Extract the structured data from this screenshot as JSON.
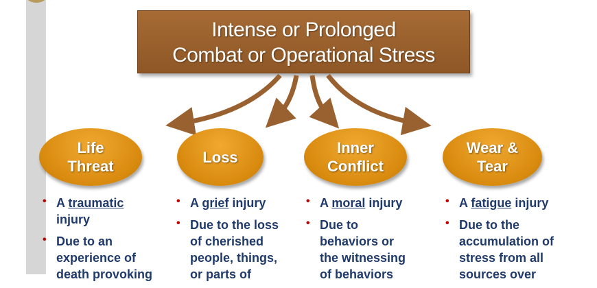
{
  "header": {
    "line1": "Intense or Prolonged",
    "line2": "Combat or Operational Stress"
  },
  "columns": [
    {
      "title1": "Life",
      "title2": "Threat",
      "b1_pre": "A ",
      "b1_key": "traumatic",
      "b1_post": " injury",
      "b2": "Due to an experience of death provoking"
    },
    {
      "title1": "Loss",
      "title2": "",
      "b1_pre": "A ",
      "b1_key": "grief",
      "b1_post": " injury",
      "b2": "Due to the loss of cherished people, things, or parts of"
    },
    {
      "title1": "Inner",
      "title2": "Conflict",
      "b1_pre": "A ",
      "b1_key": "moral",
      "b1_post": " injury",
      "b2": "Due to behaviors or the witnessing of behaviors"
    },
    {
      "title1": "Wear &",
      "title2": "Tear",
      "b1_pre": "A ",
      "b1_key": "fatigue",
      "b1_post": " injury",
      "b2": "Due to the accumulation of stress from all sources over"
    }
  ],
  "colors": {
    "box": "#9a6130",
    "oval": "#d88a0e",
    "text": "#1f3a6b",
    "bullet": "#c00000"
  }
}
